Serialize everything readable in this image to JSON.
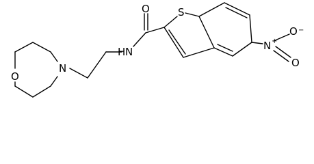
{
  "structure": {
    "atoms": {
      "O_carbonyl": "O",
      "S_ring": "S",
      "N_amide": "N",
      "H_amide": "H",
      "N_morpholine": "N",
      "O_morpholine": "O",
      "N_nitro": "N",
      "N_nitro_charge": "+",
      "O_nitro_top": "O",
      "O_nitro_bottom": "O",
      "O_nitro_charge": "−"
    },
    "colors": {
      "bond": "#000000",
      "label": "#000000",
      "background": "#ffffff"
    }
  }
}
